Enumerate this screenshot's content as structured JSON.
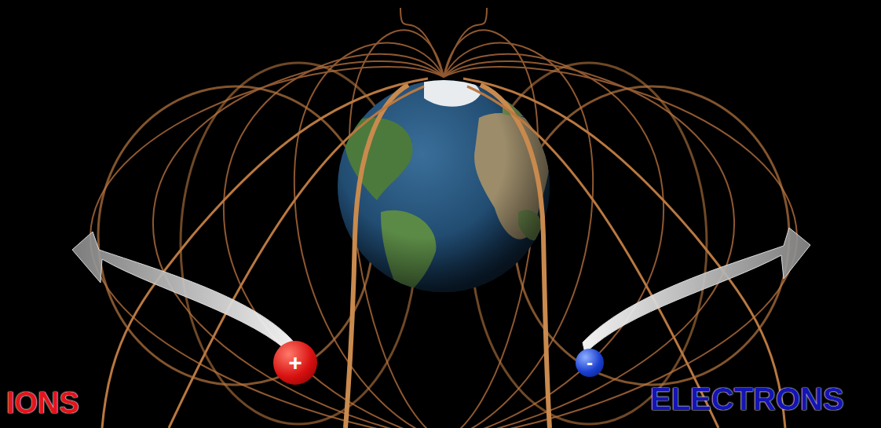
{
  "diagram": {
    "nodes": [
      {
        "text": [
          "+"
        ]
      },
      {
        "text": [
          "-"
        ]
      }
    ],
    "labels": [
      "IONS",
      "ELECTRONS"
    ]
  }
}
